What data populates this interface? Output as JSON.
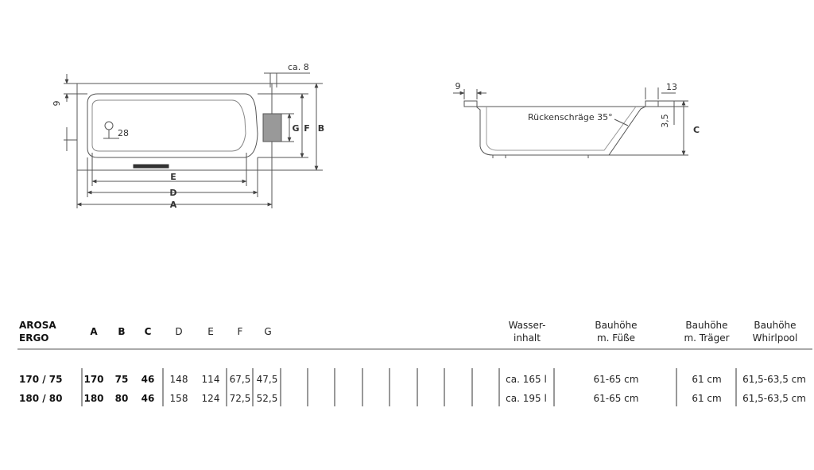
{
  "top_view": {
    "dim_ca8": "ca. 8",
    "dim_9": "9",
    "dim_28": "28",
    "label_G": "G",
    "label_F": "F",
    "label_B": "B",
    "label_E": "E",
    "label_D": "D",
    "label_A": "A"
  },
  "side_view": {
    "dim_9": "9",
    "dim_13": "13",
    "dim_35": "3,5",
    "label_C": "C",
    "slope_label": "Rückenschräge 35°"
  },
  "table": {
    "product_line1": "AROSA",
    "product_line2": "ERGO",
    "col_A": "A",
    "col_B": "B",
    "col_C": "C",
    "col_D": "D",
    "col_E": "E",
    "col_F": "F",
    "col_G": "G",
    "water_line1": "Wasser-",
    "water_line2": "inhalt",
    "feet_line1": "Bauhöhe",
    "feet_line2": "m. Füße",
    "carrier_line1": "Bauhöhe",
    "carrier_line2": "m. Träger",
    "whirl_line1": "Bauhöhe",
    "whirl_line2": "Whirlpool",
    "rows": [
      {
        "model": "170 / 75",
        "A": "170",
        "B": "75",
        "C": "46",
        "D": "148",
        "E": "114",
        "F": "67,5",
        "G": "47,5",
        "water": "ca. 165 l",
        "feet": "61-65 cm",
        "carrier": "61 cm",
        "whirl": "61,5-63,5 cm"
      },
      {
        "model": "180 / 80",
        "A": "180",
        "B": "80",
        "C": "46",
        "D": "158",
        "E": "124",
        "F": "72,5",
        "G": "52,5",
        "water": "ca. 195 l",
        "feet": "61-65 cm",
        "carrier": "61 cm",
        "whirl": "61,5-63,5 cm"
      }
    ]
  }
}
